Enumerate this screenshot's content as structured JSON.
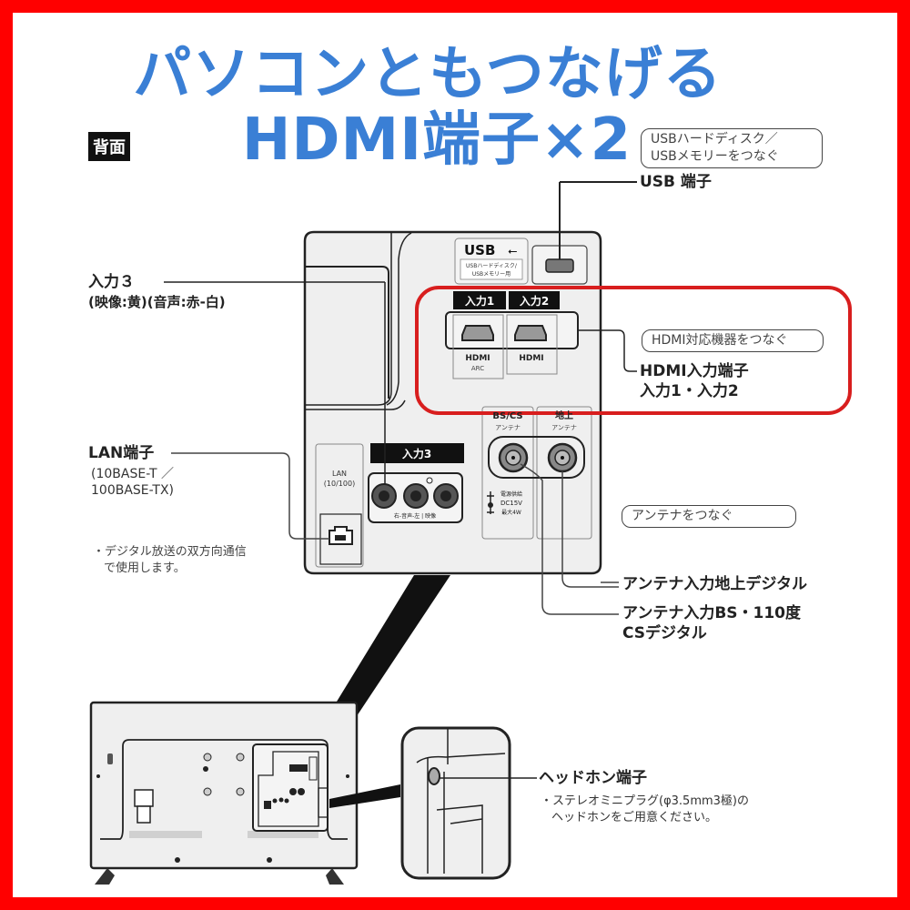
{
  "headline": {
    "line1": "パソコンともつなげる",
    "line2": "HDMI端子×2"
  },
  "section_tag": "背面",
  "callouts": {
    "usb_bubble_line1": "USBハードディスク／",
    "usb_bubble_line2": "USBメモリーをつなぐ",
    "usb_label": "USB 端子",
    "input3_label": "入力３",
    "input3_sub": "(映像:黄)(音声:赤-白)",
    "hdmi_bubble": "HDMI対応機器をつなぐ",
    "hdmi_label_line1": "HDMI入力端子",
    "hdmi_label_line2": "入力1・入力2",
    "lan_label": "LAN端子",
    "lan_sub_line1": "(10BASE-T ／",
    "lan_sub_line2": "100BASE-TX)",
    "lan_note_line1": "・デジタル放送の双方向通信",
    "lan_note_line2": "で使用します。",
    "antenna_bubble": "アンテナをつなぐ",
    "antenna_terrestrial": "アンテナ入力地上デジタル",
    "antenna_bs_line1": "アンテナ入力BS・110度",
    "antenna_bs_line2": "CSデジタル",
    "headphone_label": "ヘッドホン端子",
    "headphone_note_line1": "・ステレオミニプラグ(φ3.5mm3極)の",
    "headphone_note_line2": "ヘッドホンをご用意ください。"
  },
  "panel": {
    "usb_title": "USB",
    "usb_sub_line1": "USBハードディスク/",
    "usb_sub_line2": "USBメモリー用",
    "input1_tab": "入力1",
    "input2_tab": "入力2",
    "hdmi_logo": "HDMI",
    "arc": "ARC",
    "bs_cs": "BS/CS",
    "terrestrial": "地上",
    "antenna": "アンテナ",
    "power_line1": "電源供給",
    "power_line2": "DC15V",
    "power_line3": "最大4W",
    "input3_tab": "入力3",
    "rca_caption": "右-音声-左 | 映像",
    "lan_title": "LAN",
    "lan_speed": "(10/100)"
  },
  "colors": {
    "frame": "#ff0000",
    "headline": "#3a7fd5",
    "highlight": "#d81e1e",
    "panel_fill": "#efefef"
  }
}
